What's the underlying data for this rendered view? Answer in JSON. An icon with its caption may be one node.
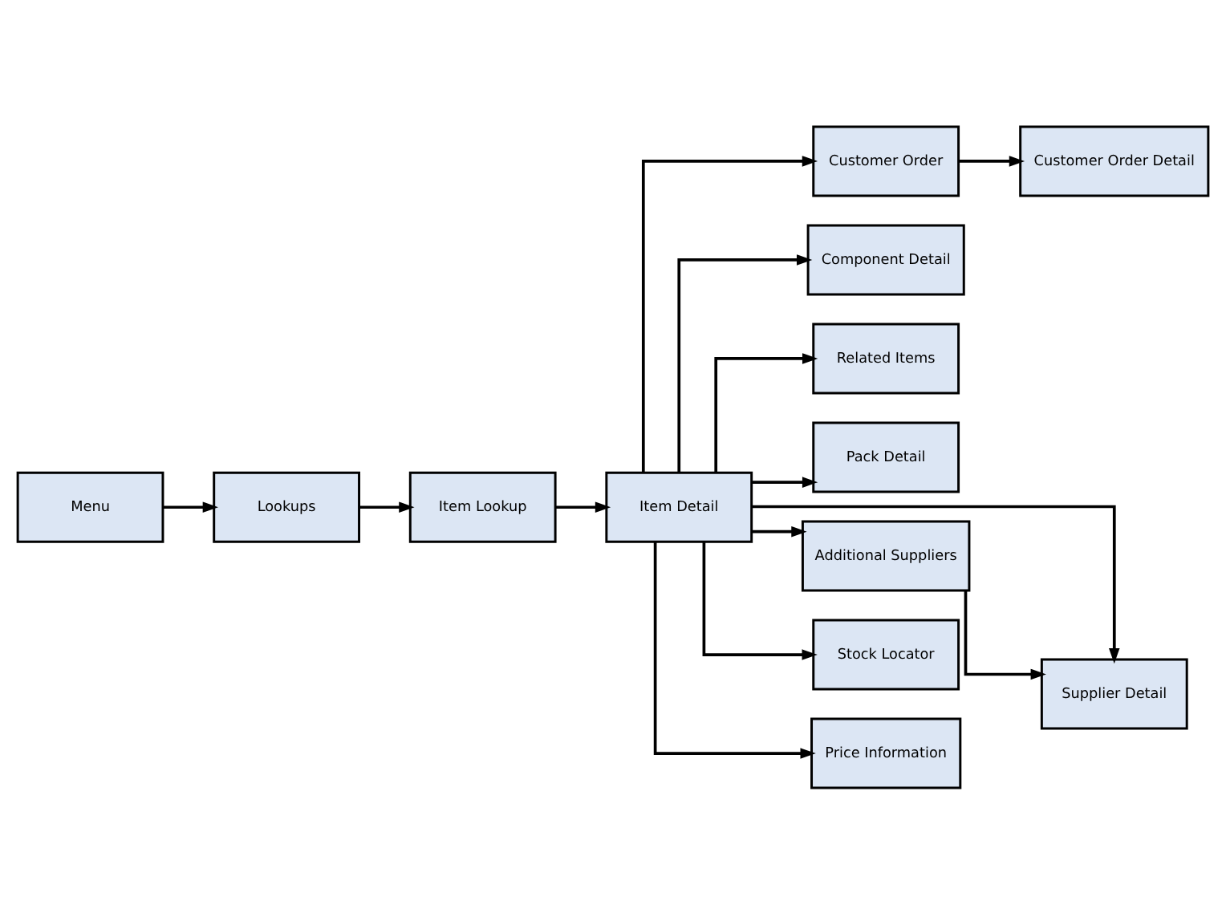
{
  "diagram": {
    "nodes": [
      {
        "text": [
          "Menu"
        ]
      },
      {
        "text": [
          "Customer Order Detail"
        ]
      },
      {
        "text": [
          "Lookups"
        ]
      },
      {
        "text": [
          "Customer Order"
        ]
      },
      {
        "text": [
          "Component Detail"
        ]
      },
      {
        "text": [
          "Item Lookup"
        ]
      },
      {
        "text": [
          "Related Items"
        ]
      },
      {
        "text": [
          "Pack Detail"
        ]
      },
      {
        "text": [
          "Item Detail"
        ]
      },
      {
        "text": [
          "Additional Suppliers"
        ]
      },
      {
        "text": [
          "Stock Locator"
        ]
      },
      {
        "text": [
          "Price Information"
        ]
      },
      {
        "text": [
          "Supplier Detail"
        ]
      }
    ],
    "edges": [
      {
        "from": 0,
        "to": 2,
        "arrow": "to"
      },
      {
        "from": 2,
        "to": 5,
        "arrow": "to"
      },
      {
        "from": 5,
        "to": 8,
        "arrow": "to"
      },
      {
        "from": 8,
        "to": 11,
        "arrow": "to"
      },
      {
        "from": 8,
        "to": 4,
        "arrow": "to"
      },
      {
        "from": 8,
        "to": 7,
        "arrow": "to"
      },
      {
        "from": 8,
        "to": 10,
        "arrow": "to"
      },
      {
        "from": 8,
        "to": 3,
        "arrow": "to"
      },
      {
        "from": 8,
        "to": 6,
        "arrow": "to"
      },
      {
        "from": 8,
        "to": 9,
        "arrow": "to"
      },
      {
        "from": 8,
        "to": 12,
        "arrow": "to"
      },
      {
        "from": 3,
        "to": 1,
        "arrow": "to"
      },
      {
        "from": 9,
        "to": 12,
        "arrow": "to"
      }
    ]
  }
}
